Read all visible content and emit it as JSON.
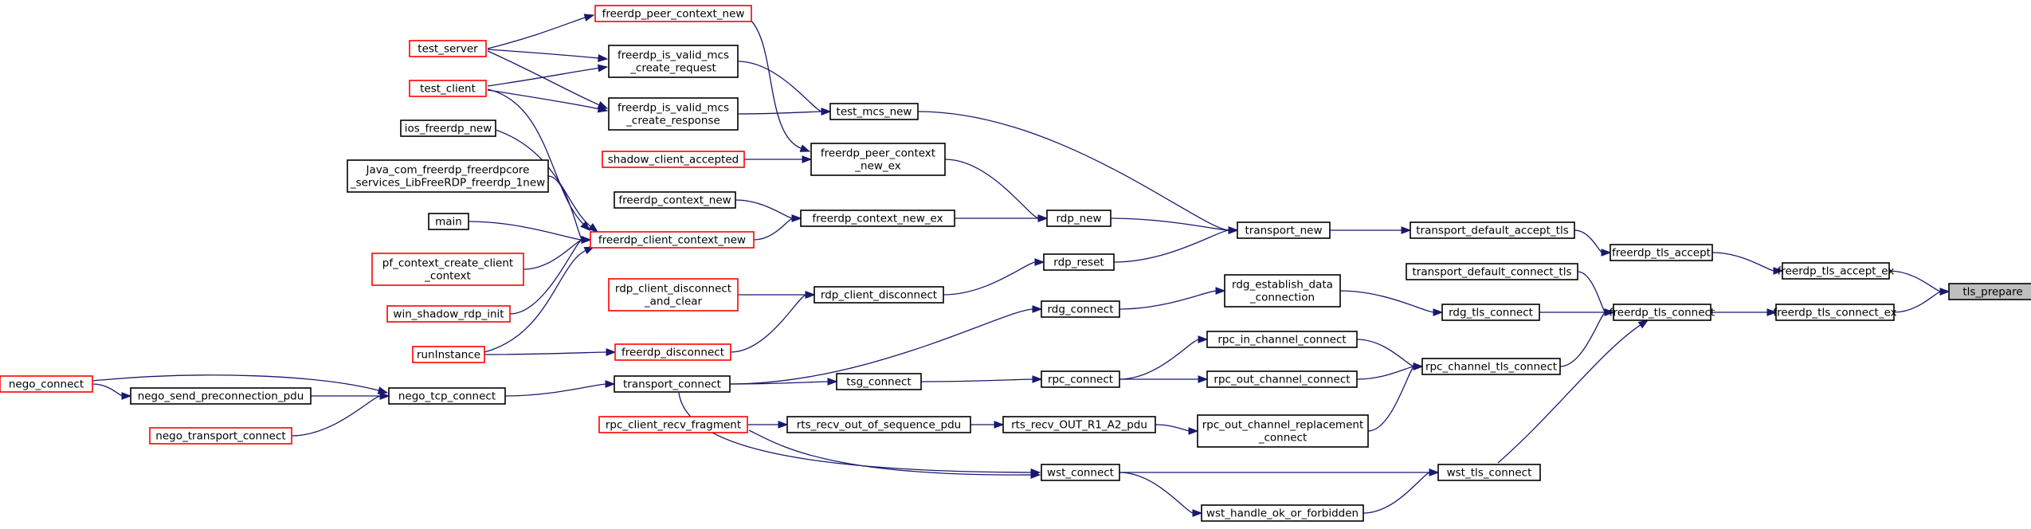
{
  "colors": {
    "edge": "#191970",
    "border_normal": "#000000",
    "border_truncated": "#ff0000",
    "root_fill": "#bfbfbf",
    "node_fill": "#ffffff"
  },
  "nodes": [
    {
      "id": "tls_prepare",
      "lines": [
        "tls_prepare"
      ],
      "border": "root"
    },
    {
      "id": "freerdp_tls_accept_ex",
      "lines": [
        "freerdp_tls_accept_ex"
      ],
      "border": "normal"
    },
    {
      "id": "freerdp_tls_connect_ex",
      "lines": [
        "freerdp_tls_connect_ex"
      ],
      "border": "normal"
    },
    {
      "id": "freerdp_tls_accept",
      "lines": [
        "freerdp_tls_accept"
      ],
      "border": "normal"
    },
    {
      "id": "freerdp_tls_connect",
      "lines": [
        "freerdp_tls_connect"
      ],
      "border": "normal"
    },
    {
      "id": "transport_default_accept_tls",
      "lines": [
        "transport_default_accept_tls"
      ],
      "border": "normal"
    },
    {
      "id": "transport_default_connect_tls",
      "lines": [
        "transport_default_connect_tls"
      ],
      "border": "normal"
    },
    {
      "id": "rdg_tls_connect",
      "lines": [
        "rdg_tls_connect"
      ],
      "border": "normal"
    },
    {
      "id": "rpc_channel_tls_connect",
      "lines": [
        "rpc_channel_tls_connect"
      ],
      "border": "normal"
    },
    {
      "id": "wst_tls_connect",
      "lines": [
        "wst_tls_connect"
      ],
      "border": "normal"
    },
    {
      "id": "transport_new",
      "lines": [
        "transport_new"
      ],
      "border": "normal"
    },
    {
      "id": "rdg_establish_data_connection",
      "lines": [
        "rdg_establish_data",
        "_connection"
      ],
      "border": "normal"
    },
    {
      "id": "rpc_in_channel_connect",
      "lines": [
        "rpc_in_channel_connect"
      ],
      "border": "normal"
    },
    {
      "id": "rpc_out_channel_connect",
      "lines": [
        "rpc_out_channel_connect"
      ],
      "border": "normal"
    },
    {
      "id": "rpc_out_channel_replacement_connect",
      "lines": [
        "rpc_out_channel_replacement",
        "_connect"
      ],
      "border": "normal"
    },
    {
      "id": "wst_handle_ok_or_forbidden",
      "lines": [
        "wst_handle_ok_or_forbidden"
      ],
      "border": "normal"
    },
    {
      "id": "test_mcs_new",
      "lines": [
        "test_mcs_new"
      ],
      "border": "normal"
    },
    {
      "id": "rdp_new",
      "lines": [
        "rdp_new"
      ],
      "border": "normal"
    },
    {
      "id": "rdp_reset",
      "lines": [
        "rdp_reset"
      ],
      "border": "normal"
    },
    {
      "id": "rdg_connect",
      "lines": [
        "rdg_connect"
      ],
      "border": "normal"
    },
    {
      "id": "rpc_connect",
      "lines": [
        "rpc_connect"
      ],
      "border": "normal"
    },
    {
      "id": "rts_recv_OUT_R1_A2_pdu",
      "lines": [
        "rts_recv_OUT_R1_A2_pdu"
      ],
      "border": "normal"
    },
    {
      "id": "wst_connect",
      "lines": [
        "wst_connect"
      ],
      "border": "normal"
    },
    {
      "id": "freerdp_peer_context_new_ex",
      "lines": [
        "freerdp_peer_context",
        "_new_ex"
      ],
      "border": "normal"
    },
    {
      "id": "freerdp_context_new_ex",
      "lines": [
        "freerdp_context_new_ex"
      ],
      "border": "normal"
    },
    {
      "id": "rdp_client_disconnect",
      "lines": [
        "rdp_client_disconnect"
      ],
      "border": "normal"
    },
    {
      "id": "tsg_connect",
      "lines": [
        "tsg_connect"
      ],
      "border": "normal"
    },
    {
      "id": "rts_recv_out_of_sequence_pdu",
      "lines": [
        "rts_recv_out_of_sequence_pdu"
      ],
      "border": "normal"
    },
    {
      "id": "transport_connect",
      "lines": [
        "transport_connect"
      ],
      "border": "normal"
    },
    {
      "id": "freerdp_peer_context_new",
      "lines": [
        "freerdp_peer_context_new"
      ],
      "border": "truncated"
    },
    {
      "id": "freerdp_is_valid_mcs_create_request",
      "lines": [
        "freerdp_is_valid_mcs",
        "_create_request"
      ],
      "border": "normal"
    },
    {
      "id": "freerdp_is_valid_mcs_create_response",
      "lines": [
        "freerdp_is_valid_mcs",
        "_create_response"
      ],
      "border": "normal"
    },
    {
      "id": "shadow_client_accepted",
      "lines": [
        "shadow_client_accepted"
      ],
      "border": "truncated"
    },
    {
      "id": "freerdp_context_new",
      "lines": [
        "freerdp_context_new"
      ],
      "border": "normal"
    },
    {
      "id": "freerdp_client_context_new",
      "lines": [
        "freerdp_client_context_new"
      ],
      "border": "truncated"
    },
    {
      "id": "rdp_client_disconnect_and_clear",
      "lines": [
        "rdp_client_disconnect",
        "_and_clear"
      ],
      "border": "truncated"
    },
    {
      "id": "freerdp_disconnect",
      "lines": [
        "freerdp_disconnect"
      ],
      "border": "truncated"
    },
    {
      "id": "rpc_client_recv_fragment",
      "lines": [
        "rpc_client_recv_fragment"
      ],
      "border": "truncated"
    },
    {
      "id": "nego_tcp_connect",
      "lines": [
        "nego_tcp_connect"
      ],
      "border": "normal"
    },
    {
      "id": "test_server",
      "lines": [
        "test_server"
      ],
      "border": "truncated"
    },
    {
      "id": "test_client",
      "lines": [
        "test_client"
      ],
      "border": "truncated"
    },
    {
      "id": "ios_freerdp_new",
      "lines": [
        "ios_freerdp_new"
      ],
      "border": "normal"
    },
    {
      "id": "java_com_freerdp_new",
      "lines": [
        "Java_com_freerdp_freerdpcore",
        "_services_LibFreeRDP_freerdp_1new"
      ],
      "border": "normal"
    },
    {
      "id": "main",
      "lines": [
        "main"
      ],
      "border": "normal"
    },
    {
      "id": "pf_context_create_client_context",
      "lines": [
        "pf_context_create_client",
        "_context"
      ],
      "border": "truncated"
    },
    {
      "id": "win_shadow_rdp_init",
      "lines": [
        "win_shadow_rdp_init"
      ],
      "border": "truncated"
    },
    {
      "id": "runInstance",
      "lines": [
        "runInstance"
      ],
      "border": "truncated"
    },
    {
      "id": "nego_send_preconnection_pdu",
      "lines": [
        "nego_send_preconnection_pdu"
      ],
      "border": "normal"
    },
    {
      "id": "nego_transport_connect",
      "lines": [
        "nego_transport_connect"
      ],
      "border": "truncated"
    },
    {
      "id": "nego_connect",
      "lines": [
        "nego_connect"
      ],
      "border": "truncated"
    }
  ],
  "edges": [
    [
      "freerdp_tls_accept_ex",
      "tls_prepare"
    ],
    [
      "freerdp_tls_connect_ex",
      "tls_prepare"
    ],
    [
      "freerdp_tls_accept",
      "freerdp_tls_accept_ex"
    ],
    [
      "freerdp_tls_connect",
      "freerdp_tls_connect_ex"
    ],
    [
      "transport_default_accept_tls",
      "freerdp_tls_accept"
    ],
    [
      "transport_default_connect_tls",
      "freerdp_tls_connect"
    ],
    [
      "rdg_tls_connect",
      "freerdp_tls_connect"
    ],
    [
      "rpc_channel_tls_connect",
      "freerdp_tls_connect"
    ],
    [
      "wst_tls_connect",
      "freerdp_tls_connect"
    ],
    [
      "transport_new",
      "transport_default_accept_tls"
    ],
    [
      "rdg_establish_data_connection",
      "rdg_tls_connect"
    ],
    [
      "rpc_in_channel_connect",
      "rpc_channel_tls_connect"
    ],
    [
      "rpc_out_channel_connect",
      "rpc_channel_tls_connect"
    ],
    [
      "rpc_out_channel_replacement_connect",
      "rpc_channel_tls_connect"
    ],
    [
      "wst_connect",
      "wst_tls_connect"
    ],
    [
      "wst_handle_ok_or_forbidden",
      "wst_tls_connect"
    ],
    [
      "test_mcs_new",
      "transport_new"
    ],
    [
      "rdp_new",
      "transport_new"
    ],
    [
      "rdp_reset",
      "transport_new"
    ],
    [
      "rdg_connect",
      "rdg_establish_data_connection"
    ],
    [
      "rpc_connect",
      "rpc_in_channel_connect"
    ],
    [
      "rpc_connect",
      "rpc_out_channel_connect"
    ],
    [
      "rts_recv_OUT_R1_A2_pdu",
      "rpc_out_channel_replacement_connect"
    ],
    [
      "wst_connect",
      "wst_handle_ok_or_forbidden"
    ],
    [
      "freerdp_peer_context_new_ex",
      "rdp_new"
    ],
    [
      "freerdp_context_new_ex",
      "rdp_new"
    ],
    [
      "rdp_client_disconnect",
      "rdp_reset"
    ],
    [
      "transport_connect",
      "rdg_connect"
    ],
    [
      "tsg_connect",
      "rpc_connect"
    ],
    [
      "rts_recv_out_of_sequence_pdu",
      "rts_recv_OUT_R1_A2_pdu"
    ],
    [
      "transport_connect",
      "wst_connect"
    ],
    [
      "freerdp_is_valid_mcs_create_request",
      "test_mcs_new"
    ],
    [
      "freerdp_is_valid_mcs_create_response",
      "test_mcs_new"
    ],
    [
      "freerdp_peer_context_new",
      "freerdp_peer_context_new_ex"
    ],
    [
      "shadow_client_accepted",
      "freerdp_peer_context_new_ex"
    ],
    [
      "freerdp_context_new",
      "freerdp_context_new_ex"
    ],
    [
      "freerdp_client_context_new",
      "freerdp_context_new_ex"
    ],
    [
      "rdp_client_disconnect_and_clear",
      "rdp_client_disconnect"
    ],
    [
      "freerdp_disconnect",
      "rdp_client_disconnect"
    ],
    [
      "transport_connect",
      "tsg_connect"
    ],
    [
      "rpc_client_recv_fragment",
      "rts_recv_out_of_sequence_pdu"
    ],
    [
      "nego_tcp_connect",
      "transport_connect"
    ],
    [
      "test_server",
      "freerdp_peer_context_new"
    ],
    [
      "test_server",
      "freerdp_is_valid_mcs_create_request"
    ],
    [
      "test_server",
      "freerdp_is_valid_mcs_create_response"
    ],
    [
      "test_client",
      "freerdp_is_valid_mcs_create_request"
    ],
    [
      "test_client",
      "freerdp_is_valid_mcs_create_response"
    ],
    [
      "test_client",
      "freerdp_client_context_new"
    ],
    [
      "ios_freerdp_new",
      "freerdp_client_context_new"
    ],
    [
      "java_com_freerdp_new",
      "freerdp_client_context_new"
    ],
    [
      "main",
      "freerdp_client_context_new"
    ],
    [
      "pf_context_create_client_context",
      "freerdp_client_context_new"
    ],
    [
      "win_shadow_rdp_init",
      "freerdp_client_context_new"
    ],
    [
      "runInstance",
      "freerdp_client_context_new"
    ],
    [
      "runInstance",
      "freerdp_disconnect"
    ],
    [
      "nego_send_preconnection_pdu",
      "nego_tcp_connect"
    ],
    [
      "nego_transport_connect",
      "nego_tcp_connect"
    ],
    [
      "nego_connect",
      "nego_tcp_connect"
    ],
    [
      "nego_connect",
      "nego_send_preconnection_pdu"
    ],
    [
      "rpc_client_recv_fragment",
      "wst_connect"
    ]
  ]
}
